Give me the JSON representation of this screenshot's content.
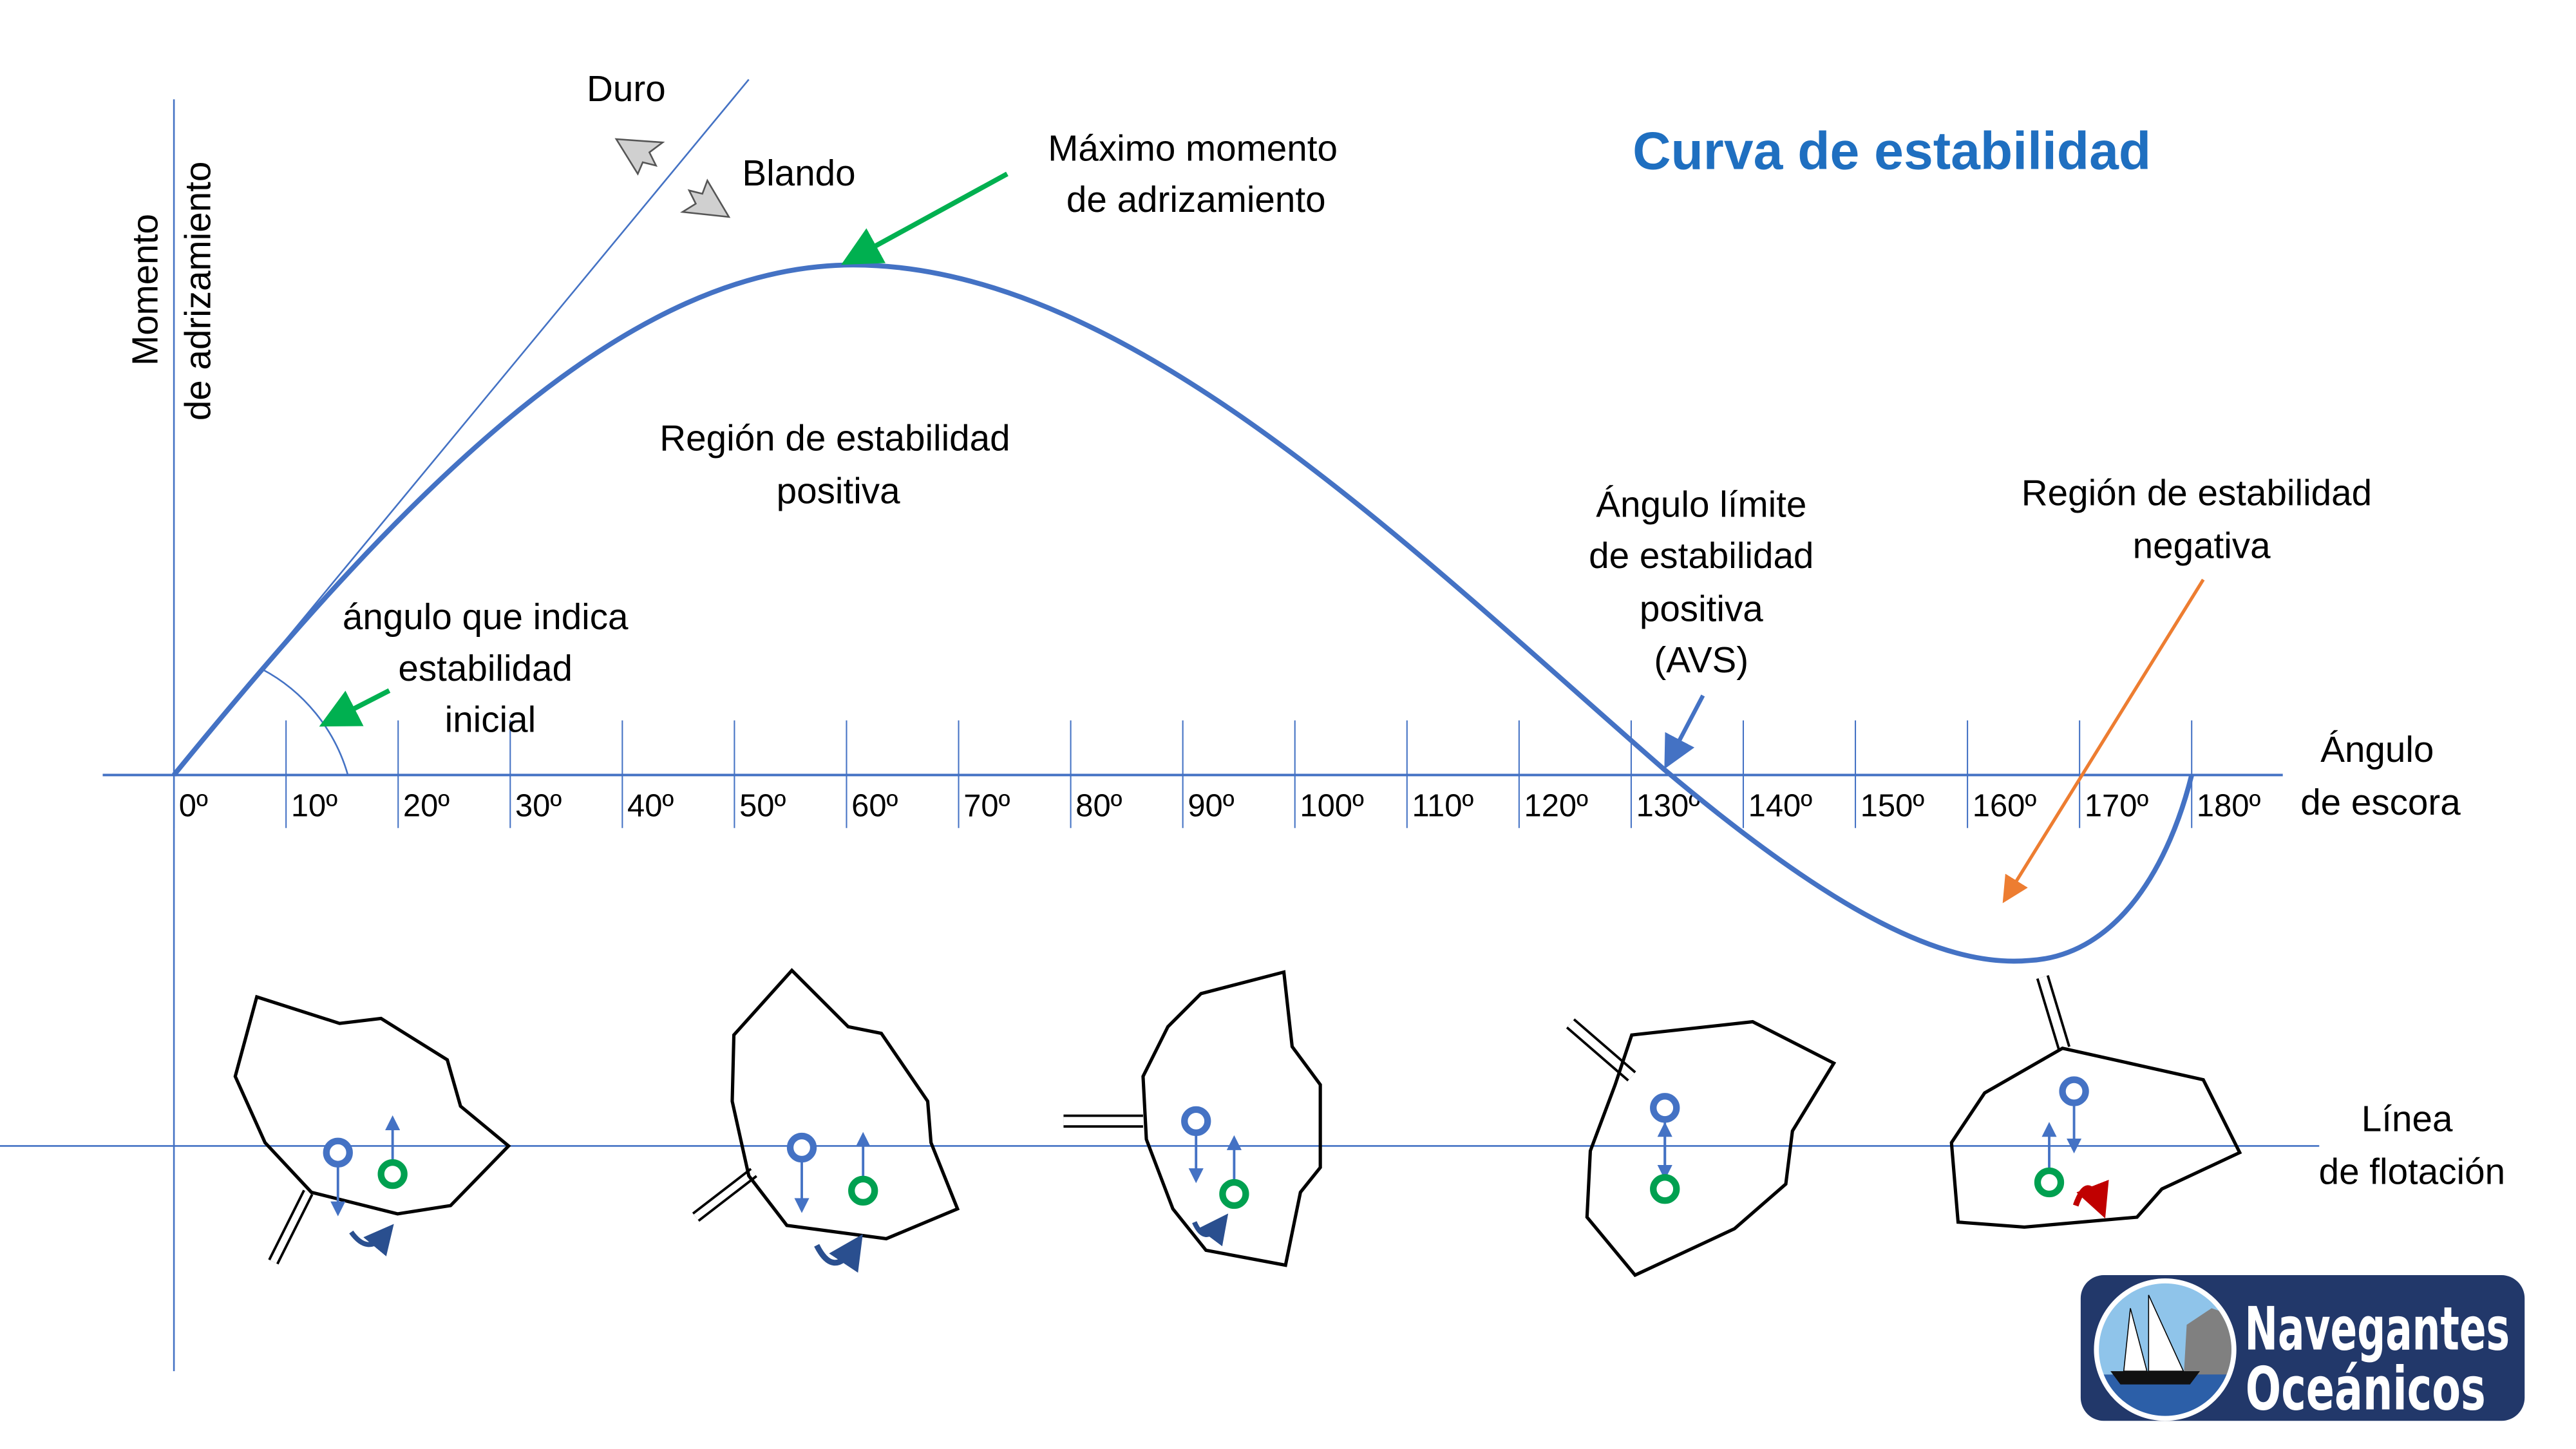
{
  "title": "Curva de estabilidad",
  "colors": {
    "title": "#1f6fc0",
    "curve": "#4472c4",
    "axis": "#4472c4",
    "pointer_green": "#00b050",
    "pointer_orange": "#ed7d31",
    "gravity_center": "#4472c4",
    "buoyancy_center": "#00a050",
    "capsize_arrow": "#c00000",
    "logo_bg": "#22386a"
  },
  "y_axis_label": [
    "Momento",
    "de adrizamiento"
  ],
  "x_axis_label": [
    "Ángulo",
    "de escora"
  ],
  "x_ticks": [
    "0º",
    "10º",
    "20º",
    "30º",
    "40º",
    "50º",
    "60º",
    "70º",
    "80º",
    "90º",
    "100º",
    "110º",
    "120º",
    "130º",
    "140º",
    "150º",
    "160º",
    "170º",
    "180º"
  ],
  "annotations": {
    "duro": "Duro",
    "blando": "Blando",
    "max_moment": [
      "Máximo momento",
      "de adrizamiento"
    ],
    "positive_region": [
      "Región de estabilidad",
      "positiva"
    ],
    "initial_angle": [
      "ángulo que indica",
      "estabilidad",
      "inicial"
    ],
    "avs": [
      "Ángulo límite",
      "de estabilidad",
      "positiva",
      "(AVS)"
    ],
    "negative_region": [
      "Región de estabilidad",
      "negativa"
    ],
    "waterline": [
      "Línea",
      "de flotación"
    ]
  },
  "logo": {
    "line1": "Navegantes",
    "line2": "Oceánicos"
  }
}
